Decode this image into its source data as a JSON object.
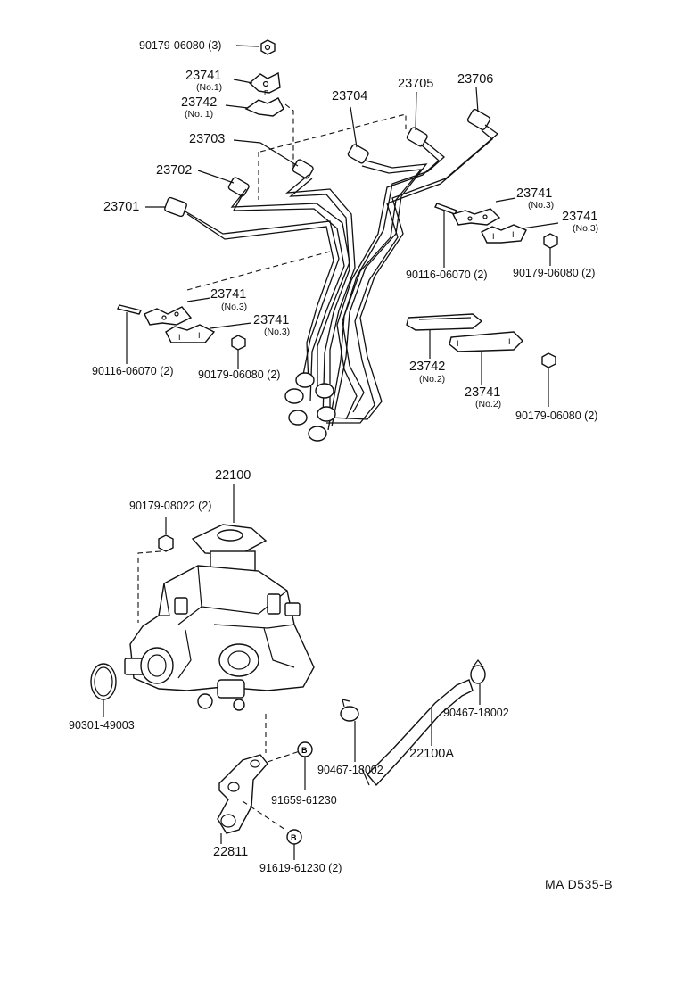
{
  "labels": {
    "nut_top": "90179-06080 (3)",
    "clamp_no1_part": "23741",
    "clamp_no1_sub": "(No.1)",
    "clamp2_no1_part": "23742",
    "clamp2_no1_sub": "(No. 1)",
    "pipe_23703": "23703",
    "pipe_23702": "23702",
    "pipe_23701": "23701",
    "pipe_23704": "23704",
    "pipe_23705": "23705",
    "pipe_23706": "23706",
    "clamp_r1_part": "23741",
    "clamp_r1_sub": "(No.3)",
    "clamp_r2_part": "23741",
    "clamp_r2_sub": "(No.3)",
    "bolt_right": "90116-06070 (2)",
    "nut_right": "90179-06080 (2)",
    "clamp_l1_part": "23741",
    "clamp_l1_sub": "(No.3)",
    "clamp_l2_part": "23741",
    "clamp_l2_sub": "(No.3)",
    "bolt_left": "90116-06070 (2)",
    "nut_left": "90179-06080 (2)",
    "clamp_no2a_part": "23742",
    "clamp_no2a_sub": "(No.2)",
    "clamp_no2b_part": "23741",
    "clamp_no2b_sub": "(No.2)",
    "nut_lower_right": "90179-06080 (2)",
    "pump": "22100",
    "pump_nut": "90179-08022 (2)",
    "oring": "90301-49003",
    "hose_clamp_right": "90467-18002",
    "hose_clamp_left": "90467-18002",
    "hose": "22100A",
    "bolt_b1": "91659-61230",
    "bracket": "22811",
    "bolt_b2": "91619-61230 (2)",
    "drawing_code": "MA  D535-B"
  }
}
